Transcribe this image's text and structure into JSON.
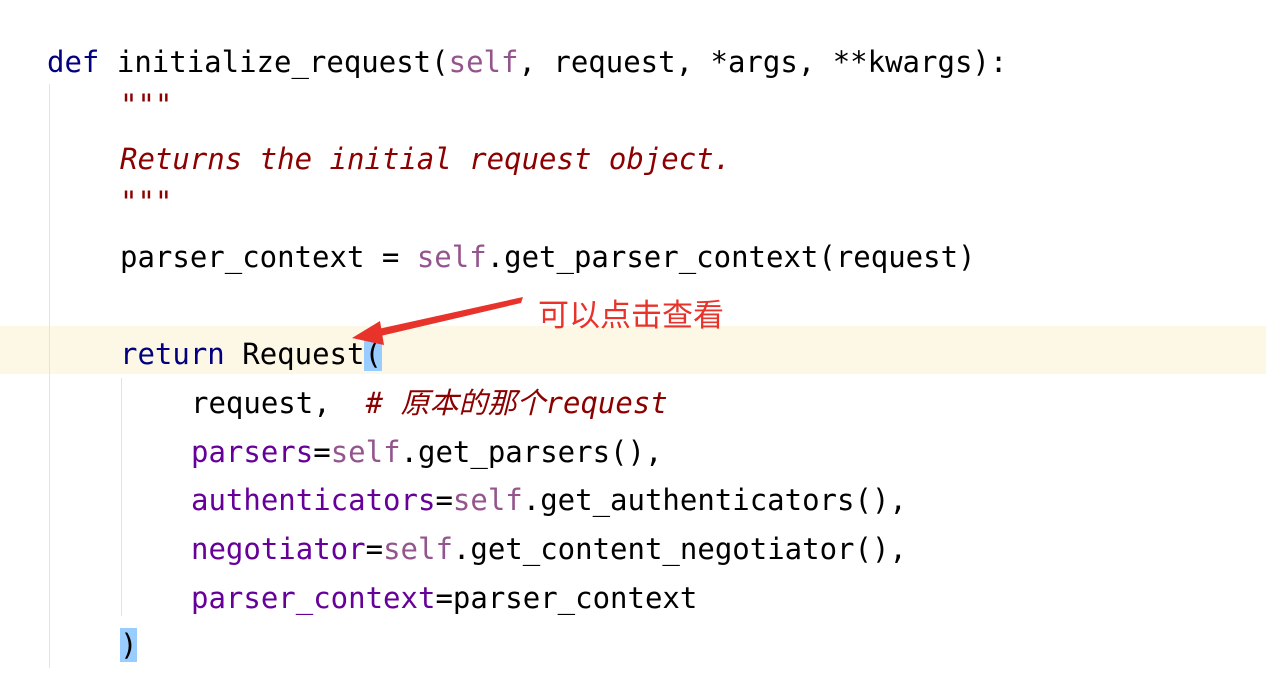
{
  "code": {
    "def_keyword": "def",
    "function_name": "initialize_request",
    "open_paren": "(",
    "self_param": "self",
    "other_params": ", request, *args, **kwargs):",
    "docstring_open": "\"\"\"",
    "docstring_text": "Returns the initial request object.",
    "docstring_close": "\"\"\"",
    "parser_context_lhs": "parser_context = ",
    "parser_context_self": "self",
    "parser_context_call": ".get_parser_context(request)",
    "return_keyword": "return",
    "request_class": "Request",
    "call_open": "(",
    "arg_request": "request,",
    "arg_request_comment": "# 原本的那个request",
    "kw_parsers": "parsers",
    "kw_parsers_eq": "=",
    "kw_parsers_self": "self",
    "kw_parsers_call": ".get_parsers(),",
    "kw_authenticators": "authenticators",
    "kw_authenticators_eq": "=",
    "kw_authenticators_self": "self",
    "kw_authenticators_call": ".get_authenticators(),",
    "kw_negotiator": "negotiator",
    "kw_negotiator_eq": "=",
    "kw_negotiator_self": "self",
    "kw_negotiator_call": ".get_content_negotiator(),",
    "kw_parser_context": "parser_context",
    "kw_parser_context_value": "=parser_context",
    "call_close": ")"
  },
  "annotation": {
    "text": "可以点击查看",
    "color": "#e8332b"
  },
  "colors": {
    "keyword": "#000080",
    "self": "#94558d",
    "docstring": "#8b0000",
    "parameter": "#660099",
    "brace_highlight": "#99ccff",
    "caret_row": "#fdf8e5"
  }
}
